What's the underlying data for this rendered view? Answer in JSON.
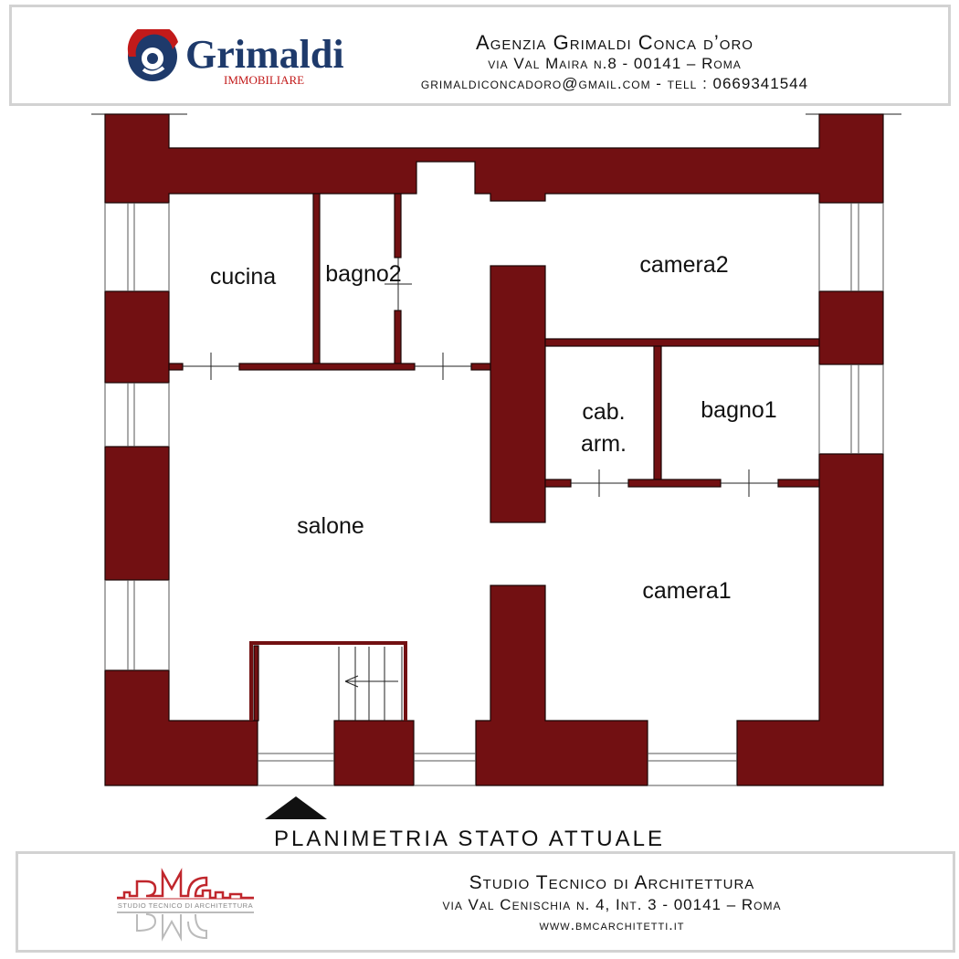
{
  "header": {
    "logo_name": "Grimaldi",
    "logo_sub": "IMMOBILIARE",
    "agency": "Agenzia Grimaldi Conca d’oro",
    "address": "via Val Maira n.8  - 00141 – Roma",
    "contact": "grimaldiconcadoro@gmail.com - tell : 0669341544"
  },
  "plan": {
    "title": "PLANIMETRIA STATO ATTUALE",
    "rooms": {
      "cucina": "cucina",
      "bagno2": "bagno2",
      "camera2": "camera2",
      "cab1": "cab.",
      "cab2": "arm.",
      "bagno1": "bagno1",
      "salone": "salone",
      "camera1": "camera1"
    }
  },
  "footer": {
    "logo_text": "STUDIO TECNICO DI ARCHITETTURA",
    "studio": "Studio Tecnico di Architettura",
    "address": "via Val Cenischia n. 4, Int. 3 - 00141 – Roma",
    "web": "www.bmcarchitetti.it"
  },
  "colors": {
    "wall": "#721012",
    "logo_blue": "#1e3a6b",
    "logo_red": "#c21a1a",
    "bmc_red": "#c0262c"
  }
}
